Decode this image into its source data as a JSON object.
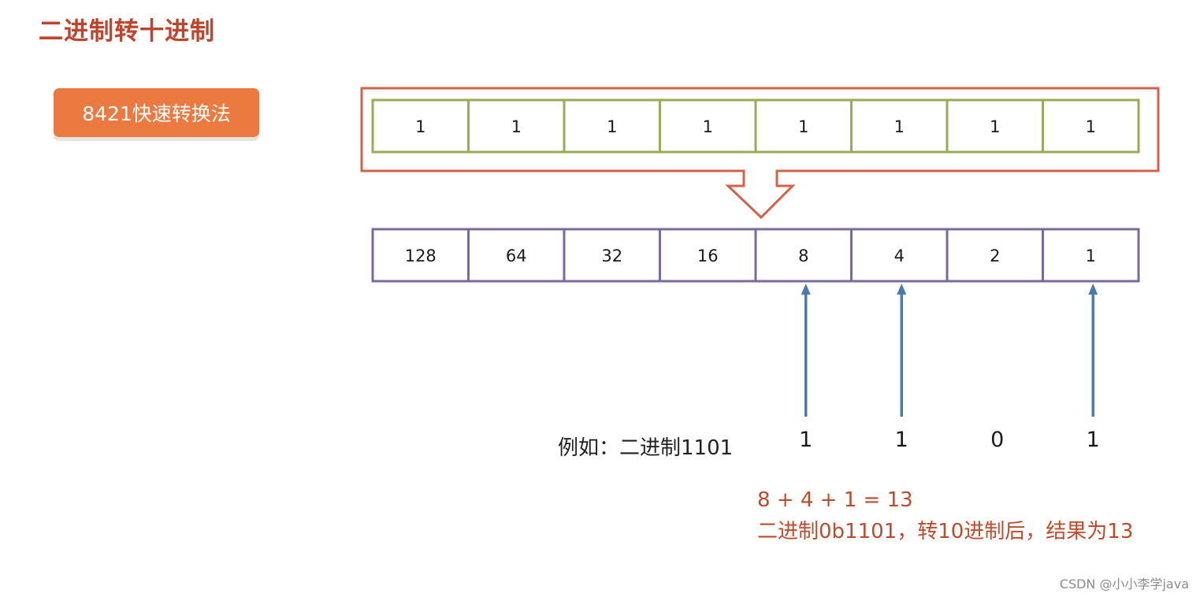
{
  "title": "二进制转十进制",
  "method_label": "8421快速转换法",
  "bits_row": [
    "1",
    "1",
    "1",
    "1",
    "1",
    "1",
    "1",
    "1"
  ],
  "weights_row": [
    "128",
    "64",
    "32",
    "16",
    "8",
    "4",
    "2",
    "1"
  ],
  "example": {
    "label": "例如：二进制1101",
    "digits": [
      "1",
      "1",
      "0",
      "1"
    ],
    "arrow_under_digit": [
      true,
      true,
      false,
      true
    ]
  },
  "result": {
    "sum": "8 + 4 + 1 = 13",
    "text": "二进制0b1101，转10进制后，结果为13"
  },
  "watermark": "CSDN @小小李学java",
  "colors": {
    "title": "#c0442c",
    "badge_bg": "#eb7a40",
    "bits_border": "#9aab55",
    "frame_border": "#d4614a",
    "weights_border": "#7b6a9e",
    "arrow": "#4a7ab4",
    "result_text": "#bf4a2c"
  }
}
